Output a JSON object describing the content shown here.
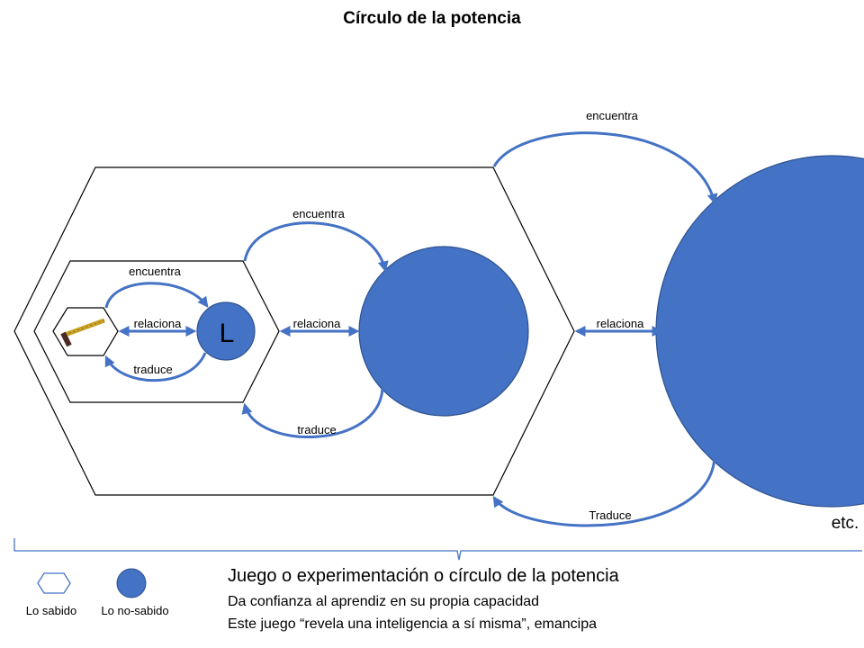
{
  "title": "Círculo de la potencia",
  "colors": {
    "accent": "#4472C4",
    "accent_dark": "#2F528F",
    "line": "#000000"
  },
  "inner_level": {
    "icon": "pencil-ruler-icon",
    "encuentra": "encuentra",
    "relaciona": "relaciona",
    "traduce": "traduce",
    "circle_letter": "L"
  },
  "middle_level": {
    "encuentra": "encuentra",
    "relaciona": "relaciona",
    "traduce": "traduce"
  },
  "outer_level": {
    "encuentra": "encuentra",
    "relaciona": "relaciona",
    "traduce": "Traduce"
  },
  "etc": "etc.",
  "legend": {
    "sabido": "Lo sabido",
    "no_sabido": "Lo no-sabido"
  },
  "caption": {
    "main": "Juego o experimentación o círculo de la potencia",
    "line1": "Da confianza al aprendiz en su propia capacidad",
    "line2": "Este juego “revela una inteligencia a sí misma”, emancipa"
  }
}
